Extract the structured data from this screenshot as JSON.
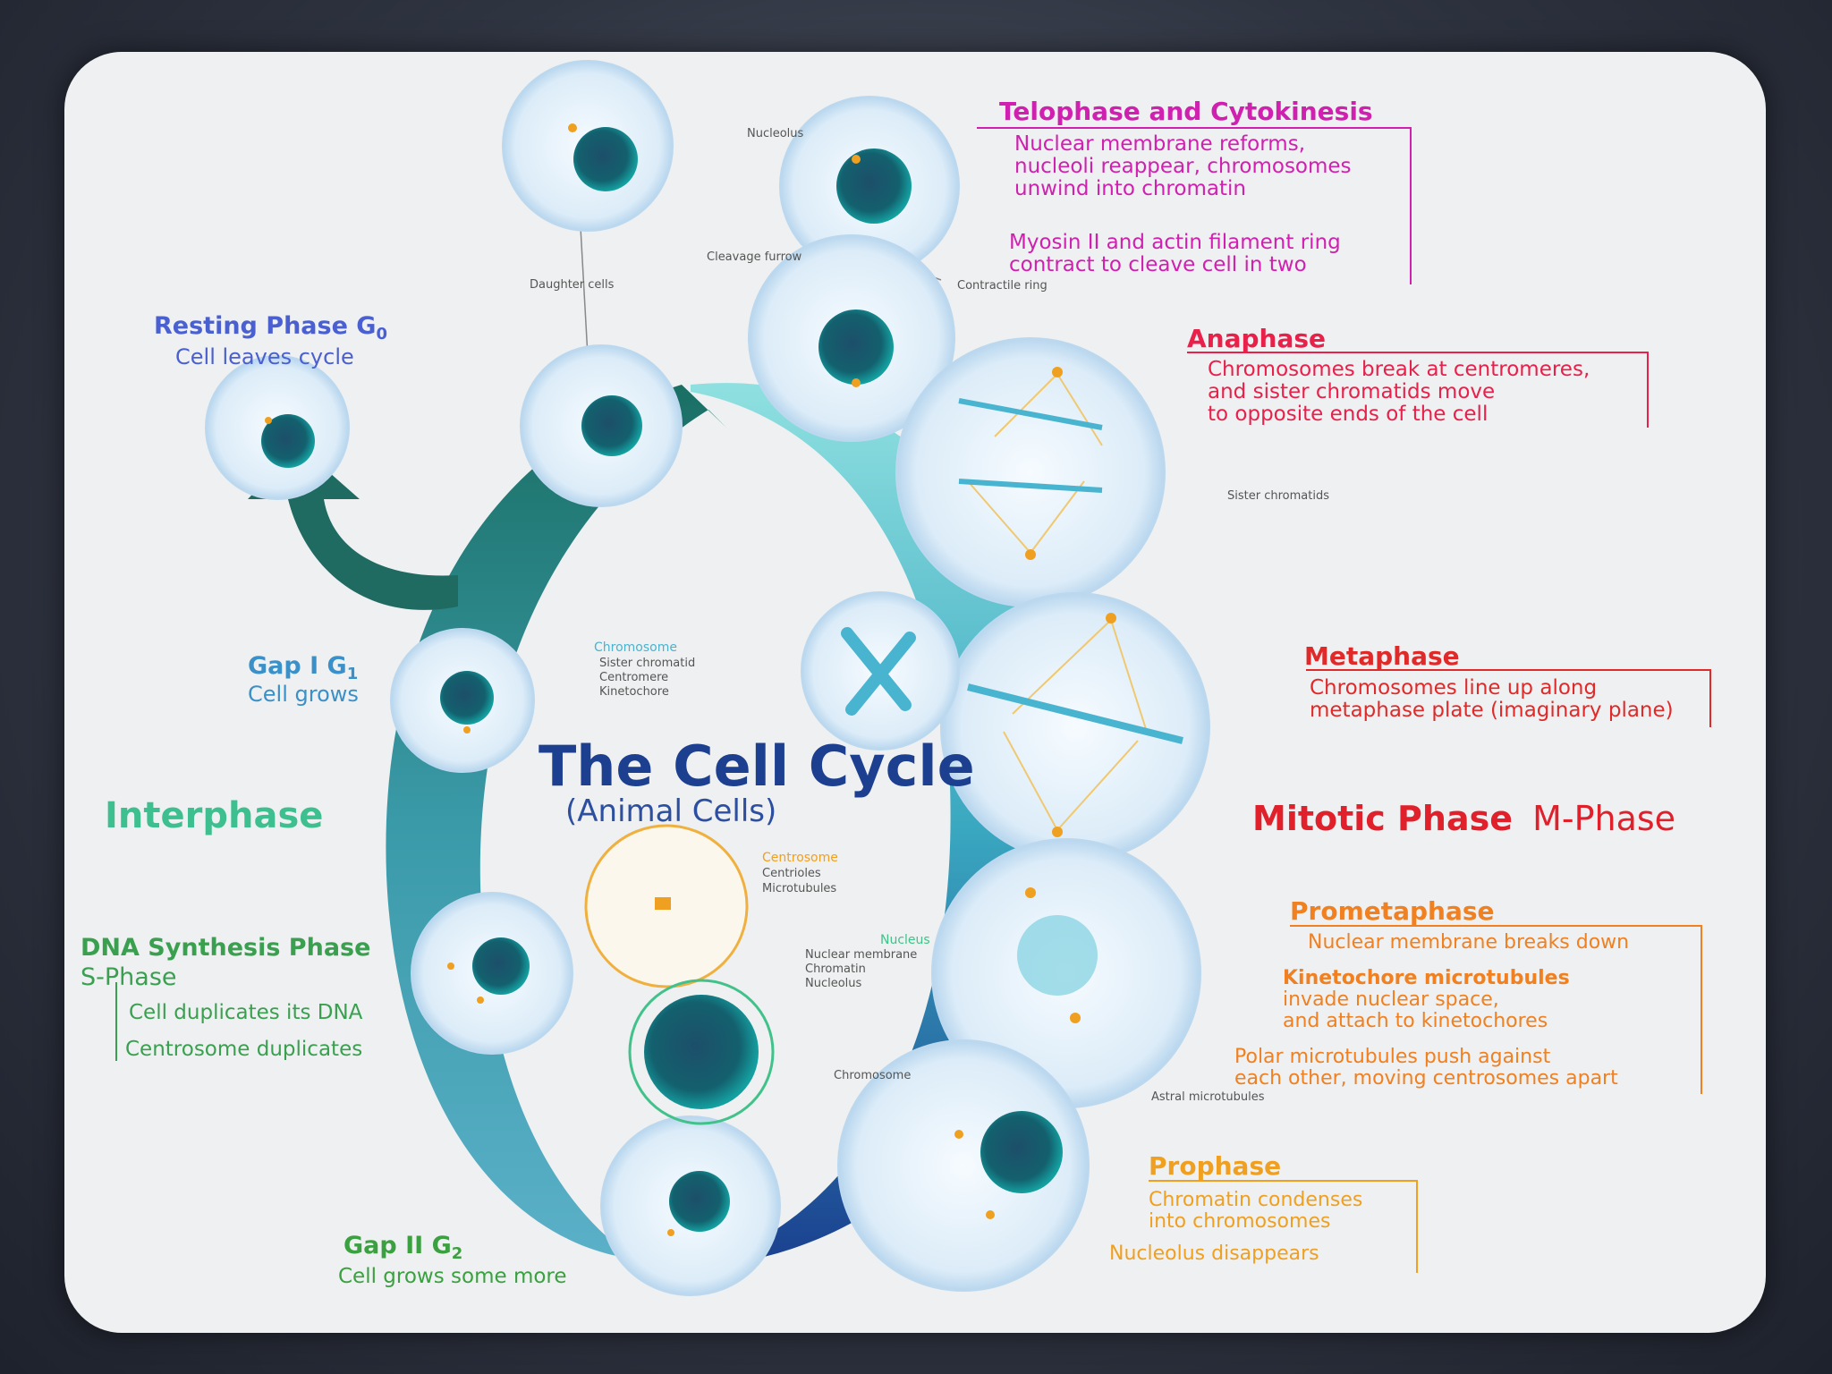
{
  "title": "The Cell Cycle",
  "subtitle": "(Animal Cells)",
  "phases": {
    "interphase": "Interphase",
    "mitotic": "Mitotic Phase",
    "mitotic_suffix": "M-Phase"
  },
  "resting": {
    "title": "Resting Phase G",
    "sub": "0",
    "desc": "Cell leaves cycle"
  },
  "gap1": {
    "title": "Gap I G",
    "sub": "1",
    "desc": "Cell grows"
  },
  "dna": {
    "title": "DNA Synthesis Phase",
    "sphase": "S-Phase",
    "l1": "Cell duplicates its DNA",
    "l2": "Centrosome duplicates"
  },
  "gap2": {
    "title": "Gap II G",
    "sub": "2",
    "desc": "Cell grows some more"
  },
  "telophase": {
    "title": "Telophase and Cytokinesis",
    "l1": "Nuclear membrane reforms,",
    "l2": "nucleoli reappear, chromosomes",
    "l3": "unwind into chromatin",
    "l4": "Myosin II and actin filament ring",
    "l5": "contract to cleave cell in two"
  },
  "anaphase": {
    "title": "Anaphase",
    "l1": "Chromosomes break at centromeres,",
    "l2": "and sister chromatids move",
    "l3": "to opposite ends of the cell"
  },
  "metaphase": {
    "title": "Metaphase",
    "l1": "Chromosomes line up along",
    "l2": "metaphase plate (imaginary plane)"
  },
  "prometaphase": {
    "title": "Prometaphase",
    "l1": "Nuclear membrane breaks down",
    "l2": "Kinetochore microtubules",
    "l3": "invade nuclear space,",
    "l4": "and attach to kinetochores",
    "l5": "Polar microtubules push against",
    "l6": "each other, moving centrosomes apart"
  },
  "prophase": {
    "title": "Prophase",
    "l1": "Chromatin condenses",
    "l2": "into chromosomes",
    "l3": "Nucleolus disappears"
  },
  "small_labels": {
    "nucleolus": "Nucleolus",
    "cleavage": "Cleavage furrow",
    "daughter": "Daughter cells",
    "contractile": "Contractile ring",
    "sister": "Sister chromatids",
    "astral": "Astral microtubules",
    "chromosome_pro": "Chromosome"
  },
  "legend_chromosome": {
    "title": "Chromosome",
    "l1": "Sister chromatid",
    "l2": "Centromere",
    "l3": "Kinetochore"
  },
  "legend_centrosome": {
    "title": "Centrosome",
    "l1": "Centrioles",
    "l2": "Microtubules"
  },
  "legend_nucleus": {
    "title": "Nucleus",
    "l1": "Nuclear membrane",
    "l2": "Chromatin",
    "l3": "Nucleolus"
  },
  "colors": {
    "interphase": "#3dbf8f",
    "mitotic": "#e0202b",
    "telophase": "#d020b0",
    "anaphase": "#e8204a",
    "metaphase": "#e02a2a",
    "prometaphase": "#f08020",
    "prophase": "#f0a020",
    "resting": "#4a5fd0",
    "gap1": "#3a90c8",
    "dna": "#3aa050",
    "gap2": "#3aa040",
    "title": "#1d3f8f"
  }
}
